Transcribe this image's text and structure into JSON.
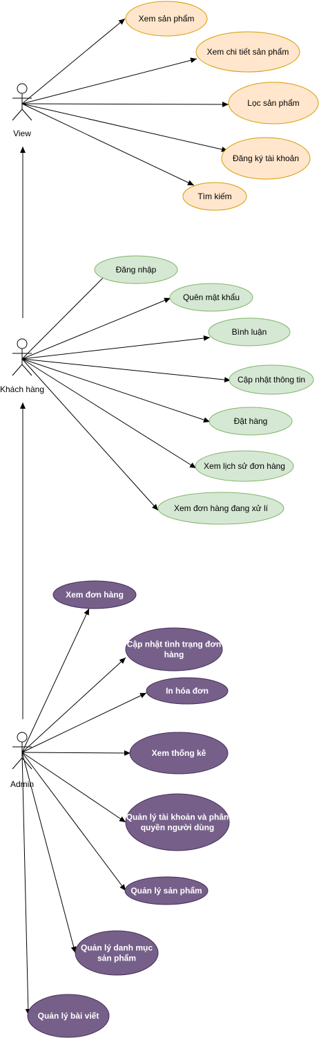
{
  "actors": [
    {
      "id": "view",
      "label": "View"
    },
    {
      "id": "customer",
      "label": "Khách hàng"
    },
    {
      "id": "admin",
      "label": "Admin"
    }
  ],
  "usecases": {
    "view": [
      "Xem sản phẩm",
      "Xem chi tiết sản phẩm",
      "Lọc sản phẩm",
      "Đăng ký tài khoản",
      "Tìm kiếm"
    ],
    "customer": [
      "Đăng nhập",
      "Quên mật khẩu",
      "Bình luận",
      "Cập nhật thông tin",
      "Đặt hàng",
      "Xem lịch sử đơn hàng",
      "Xem đơn hàng đang xử lí"
    ],
    "admin": [
      [
        "Xem đơn hàng"
      ],
      [
        "Cập nhật tình trạng đơn",
        "hàng"
      ],
      [
        "In hóa đơn"
      ],
      [
        "Xem thống kê"
      ],
      [
        "Quản lý tài khoản và phân",
        "quyền người dùng"
      ],
      [
        "Quản lý sản phẩm"
      ],
      [
        "Quản lý danh mục",
        "sản phẩm"
      ],
      [
        "Quản lý bài viết"
      ]
    ]
  },
  "colors": {
    "view_fill": "#ffe6cc",
    "view_stroke": "#d79b00",
    "customer_fill": "#d5e8d4",
    "customer_stroke": "#82b366",
    "admin_fill": "#76608a",
    "admin_stroke": "#432d57",
    "admin_text": "#ffffff",
    "line": "#000000"
  }
}
